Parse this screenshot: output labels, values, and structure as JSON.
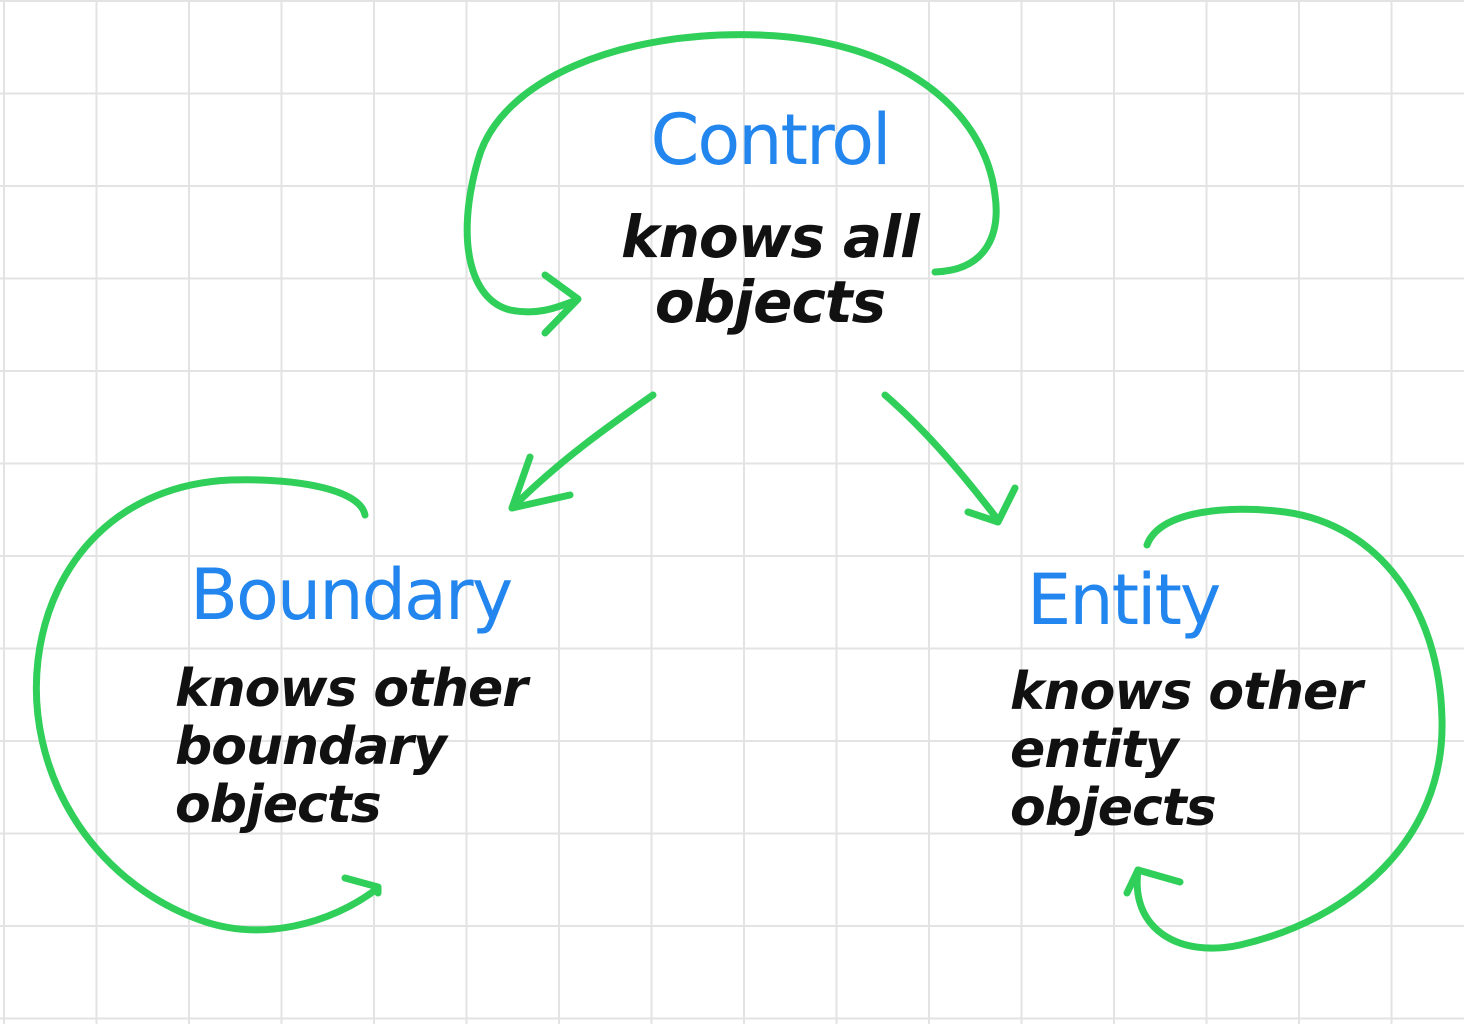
{
  "diagram": {
    "colors": {
      "title": "#2386ee",
      "text": "#111111",
      "arrow": "#2fcf5a",
      "grid": "#e3e3e3",
      "background": "#ffffff"
    },
    "nodes": {
      "control": {
        "title": "Control",
        "description_lines": [
          "knows all",
          "objects"
        ]
      },
      "boundary": {
        "title": "Boundary",
        "description_lines": [
          "knows other",
          "boundary objects"
        ]
      },
      "entity": {
        "title": "Entity",
        "description_lines": [
          "knows other",
          "entity objects"
        ]
      }
    },
    "edges": [
      {
        "from": "control",
        "to": "control",
        "kind": "self-loop"
      },
      {
        "from": "control",
        "to": "boundary",
        "kind": "arrow"
      },
      {
        "from": "control",
        "to": "entity",
        "kind": "arrow"
      },
      {
        "from": "boundary",
        "to": "boundary",
        "kind": "self-loop"
      },
      {
        "from": "entity",
        "to": "entity",
        "kind": "self-loop"
      }
    ]
  }
}
